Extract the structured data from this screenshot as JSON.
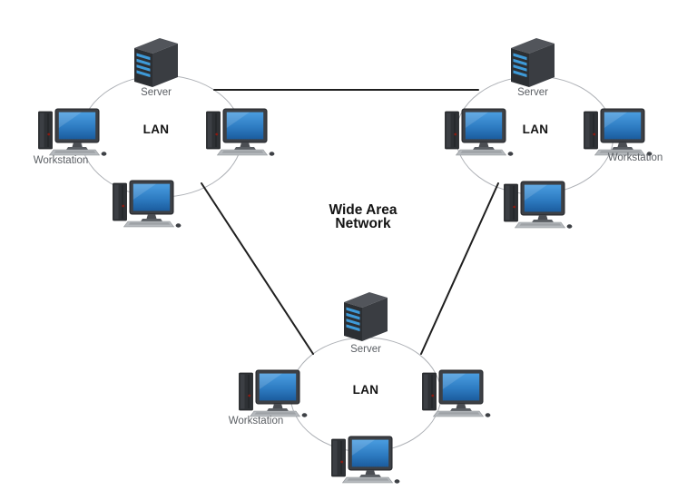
{
  "diagram": {
    "center_label": {
      "line1": "Wide Area",
      "line2": "Network"
    },
    "lans": [
      {
        "id": "top-left",
        "label": "LAN",
        "server_label": "Server",
        "workstation_label": "Workstation"
      },
      {
        "id": "top-right",
        "label": "LAN",
        "server_label": "Server",
        "workstation_label": "Workstation"
      },
      {
        "id": "bottom",
        "label": "LAN",
        "server_label": "Server",
        "workstation_label": "Workstation"
      }
    ],
    "icons": {
      "server": "server-tower-icon",
      "workstation": "desktop-computer-icon"
    },
    "colors": {
      "background": "#ffffff",
      "connection_line": "#1f1f1f",
      "lan_ellipse_stroke": "#aeb1b6",
      "server_top": "#52555b",
      "server_front": "#2c2f33",
      "server_side": "#3a3d42",
      "server_stripe_blue": "#3e9ad8",
      "screen_blue_top": "#4a9de0",
      "screen_blue_bottom": "#1b5c9e",
      "label_gray": "#5a5e63",
      "label_black": "#141414"
    }
  }
}
